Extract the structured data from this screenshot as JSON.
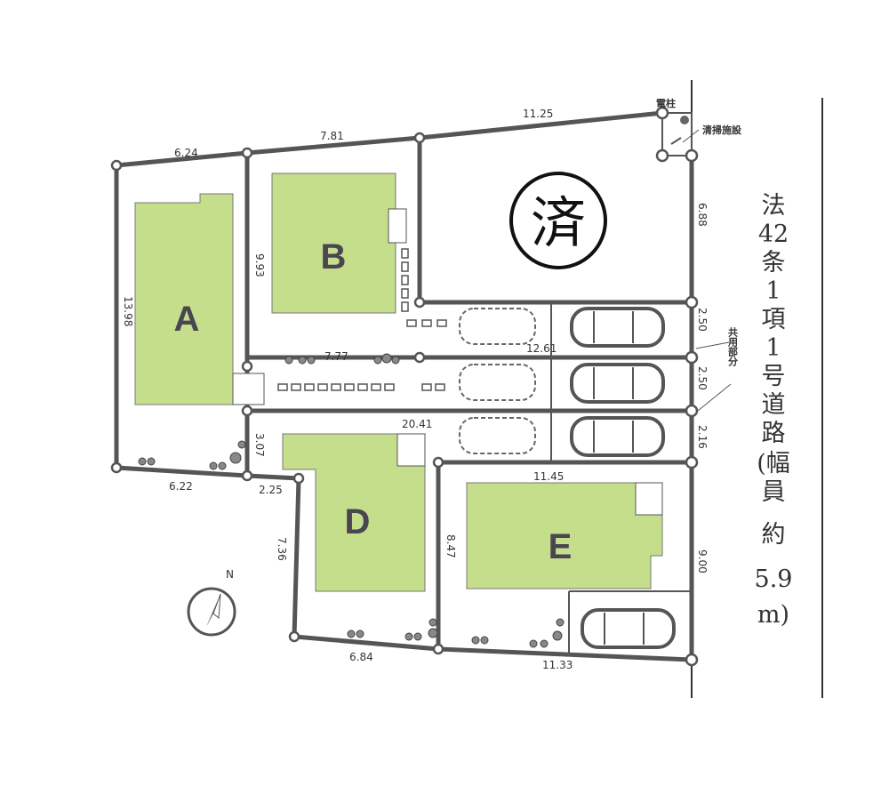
{
  "lots": [
    {
      "id": "A",
      "label": "A"
    },
    {
      "id": "B",
      "label": "B"
    },
    {
      "id": "D",
      "label": "D"
    },
    {
      "id": "E",
      "label": "E"
    }
  ],
  "sold_stamp": "済",
  "labels": {
    "utility_pole": "電柱",
    "cleaning_facility": "清掃施設",
    "common_area": "共用部分",
    "north": "N"
  },
  "road_label": [
    "法",
    "42",
    "条",
    "1",
    "項",
    "1",
    "号",
    "道",
    "路",
    "(幅",
    "員",
    "約",
    "5.9",
    "m)"
  ],
  "dimensions": {
    "d624": "6.24",
    "d781": "7.81",
    "d1125": "11.25",
    "d688": "6.88",
    "d993": "9.93",
    "d1398": "13.98",
    "d1261": "12.61",
    "d777": "7.77",
    "d250a": "2.50",
    "d250b": "2.50",
    "d216": "2.16",
    "d2041": "20.41",
    "d307": "3.07",
    "d622": "6.22",
    "d225": "2.25",
    "d1145": "11.45",
    "d736": "7.36",
    "d847": "8.47",
    "d900": "9.00",
    "d684": "6.84",
    "d1133": "11.33"
  },
  "colors": {
    "building": "#c4de8c",
    "lines": "#555555",
    "lot_letter": "#4a4550"
  }
}
